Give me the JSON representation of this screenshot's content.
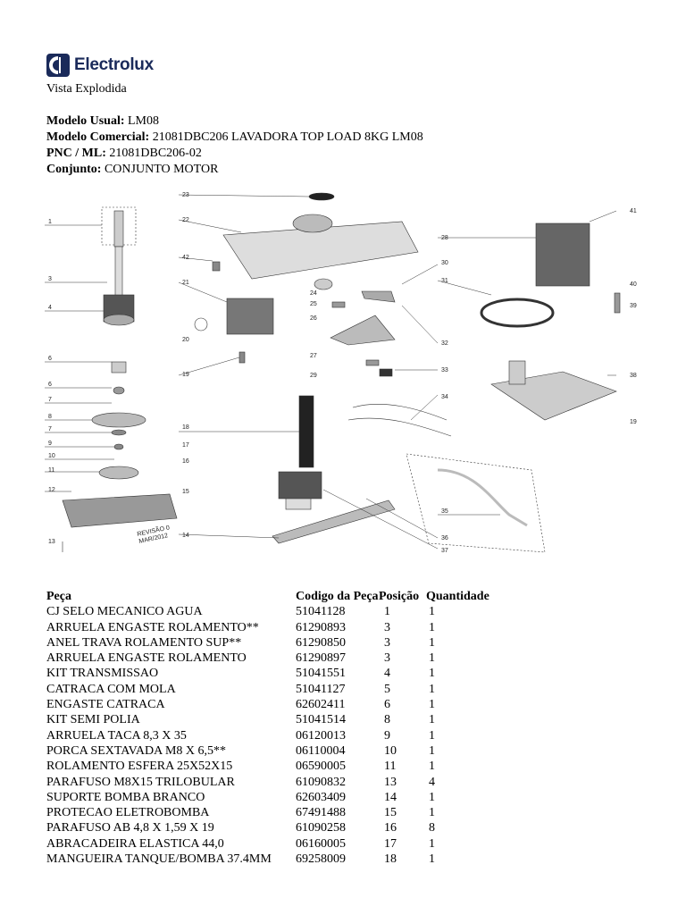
{
  "brand": {
    "name": "Electrolux",
    "color": "#1a2a5a"
  },
  "subtitle": "Vista Explodida",
  "meta": [
    {
      "label": "Modelo Usual:",
      "value": "LM08"
    },
    {
      "label": "Modelo Comercial:",
      "value": "21081DBC206 LAVADORA TOP LOAD 8KG LM08"
    },
    {
      "label": "PNC / ML:",
      "value": "21081DBC206-02"
    },
    {
      "label": "Conjunto:",
      "value": "CONJUNTO MOTOR"
    }
  ],
  "diagram": {
    "callouts": [
      "1",
      "3",
      "4",
      "6",
      "6",
      "7",
      "8",
      "7",
      "9",
      "10",
      "11",
      "12",
      "13",
      "14",
      "15",
      "16",
      "17",
      "18",
      "19",
      "20",
      "21",
      "22",
      "23",
      "24",
      "25",
      "26",
      "27",
      "28",
      "29",
      "30",
      "31",
      "32",
      "33",
      "34",
      "35",
      "36",
      "37",
      "38",
      "39",
      "40",
      "41",
      "42",
      "19"
    ],
    "revision_note": [
      "REVISÃO 0",
      "MAR/2012"
    ]
  },
  "table": {
    "headers": [
      "Peça",
      "Codigo da Peça",
      "Posição",
      "Quantidade"
    ],
    "rows": [
      [
        "CJ SELO MECANICO AGUA",
        "51041128",
        "1",
        "1"
      ],
      [
        "ARRUELA ENGASTE ROLAMENTO**",
        "61290893",
        "3",
        "1"
      ],
      [
        "ANEL TRAVA ROLAMENTO SUP**",
        "61290850",
        "3",
        "1"
      ],
      [
        "ARRUELA ENGASTE ROLAMENTO",
        "61290897",
        "3",
        "1"
      ],
      [
        "KIT TRANSMISSAO",
        "51041551",
        "4",
        "1"
      ],
      [
        "CATRACA COM MOLA",
        "51041127",
        "5",
        "1"
      ],
      [
        "ENGASTE CATRACA",
        "62602411",
        "6",
        "1"
      ],
      [
        "KIT SEMI POLIA",
        "51041514",
        "8",
        "1"
      ],
      [
        "ARRUELA TACA 8,3 X 35",
        "06120013",
        "9",
        "1"
      ],
      [
        "PORCA SEXTAVADA M8 X 6,5**",
        "06110004",
        "10",
        "1"
      ],
      [
        "ROLAMENTO ESFERA 25X52X15",
        "06590005",
        "11",
        "1"
      ],
      [
        "PARAFUSO M8X15 TRILOBULAR",
        "61090832",
        "13",
        "4"
      ],
      [
        "SUPORTE BOMBA BRANCO",
        "62603409",
        "14",
        "1"
      ],
      [
        "PROTECAO ELETROBOMBA",
        "67491488",
        "15",
        "1"
      ],
      [
        "PARAFUSO AB 4,8 X 1,59 X 19",
        "61090258",
        "16",
        "8"
      ],
      [
        "ABRACADEIRA ELASTICA 44,0",
        "06160005",
        "17",
        "1"
      ],
      [
        "MANGUEIRA TANQUE/BOMBA 37.4MM",
        "69258009",
        "18",
        "1"
      ]
    ]
  }
}
